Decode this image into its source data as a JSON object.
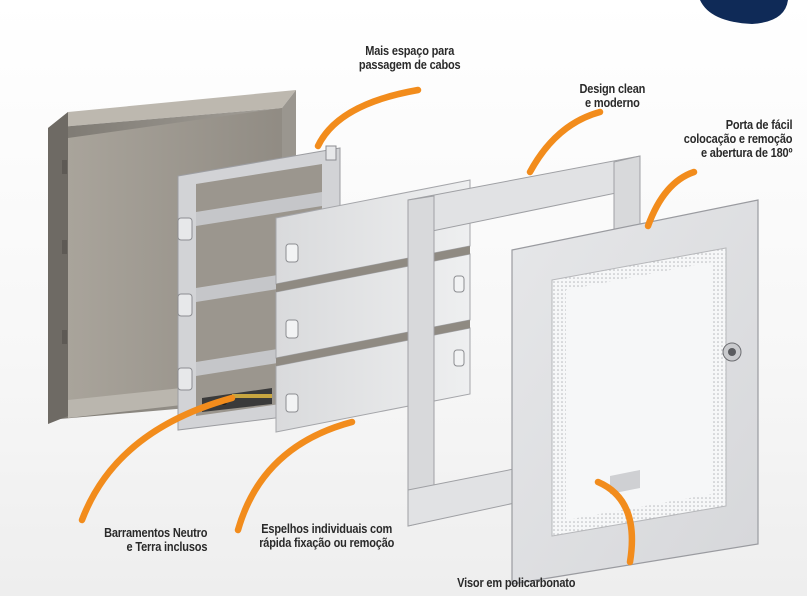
{
  "callouts": {
    "cable_space": [
      "Mais espaço para",
      "passagem de cabos"
    ],
    "design": [
      "Design clean",
      "e moderno"
    ],
    "door": [
      "Porta de fácil",
      "colocação e remoção",
      "e abertura de 180º"
    ],
    "busbars": [
      "Barramentos Neutro",
      "e Terra inclusos"
    ],
    "mirrors": [
      "Espelhos individuais com",
      "rápida fixação ou remoção"
    ],
    "visor": [
      "Visor em policarbonato"
    ]
  },
  "colors": {
    "accent_orange": "#f28c1c",
    "badge_navy": "#0f2a57",
    "metal_dark": "#8e8a83",
    "panel_light": "#e3e4e6"
  },
  "icons": [
    "brand-badge-icon",
    "door-lock-icon"
  ]
}
